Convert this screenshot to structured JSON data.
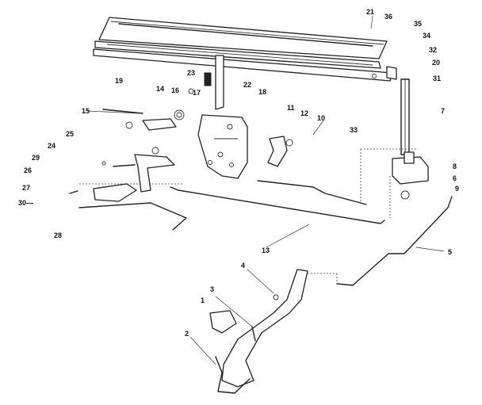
{
  "diagram": {
    "labels": {
      "l1": "1",
      "l2": "2",
      "l3": "3",
      "l4": "4",
      "l5": "5",
      "l6": "6",
      "l7": "7",
      "l8": "8",
      "l9": "9",
      "l10": "10",
      "l11": "11",
      "l12": "12",
      "l13": "13",
      "l14": "14",
      "l15": "15",
      "l16": "16",
      "l17": "17",
      "l18": "18",
      "l19": "19",
      "l20": "20",
      "l21": "21",
      "l22": "22",
      "l23": "23",
      "l24": "24",
      "l25": "25",
      "l26": "26",
      "l27": "27",
      "l28": "28",
      "l29": "29",
      "l30": "30—",
      "l31": "31",
      "l32": "32",
      "l33": "33",
      "l34": "34",
      "l35": "35",
      "l36": "36"
    },
    "colors": {
      "ink": "#222222",
      "background": "#ffffff"
    }
  }
}
